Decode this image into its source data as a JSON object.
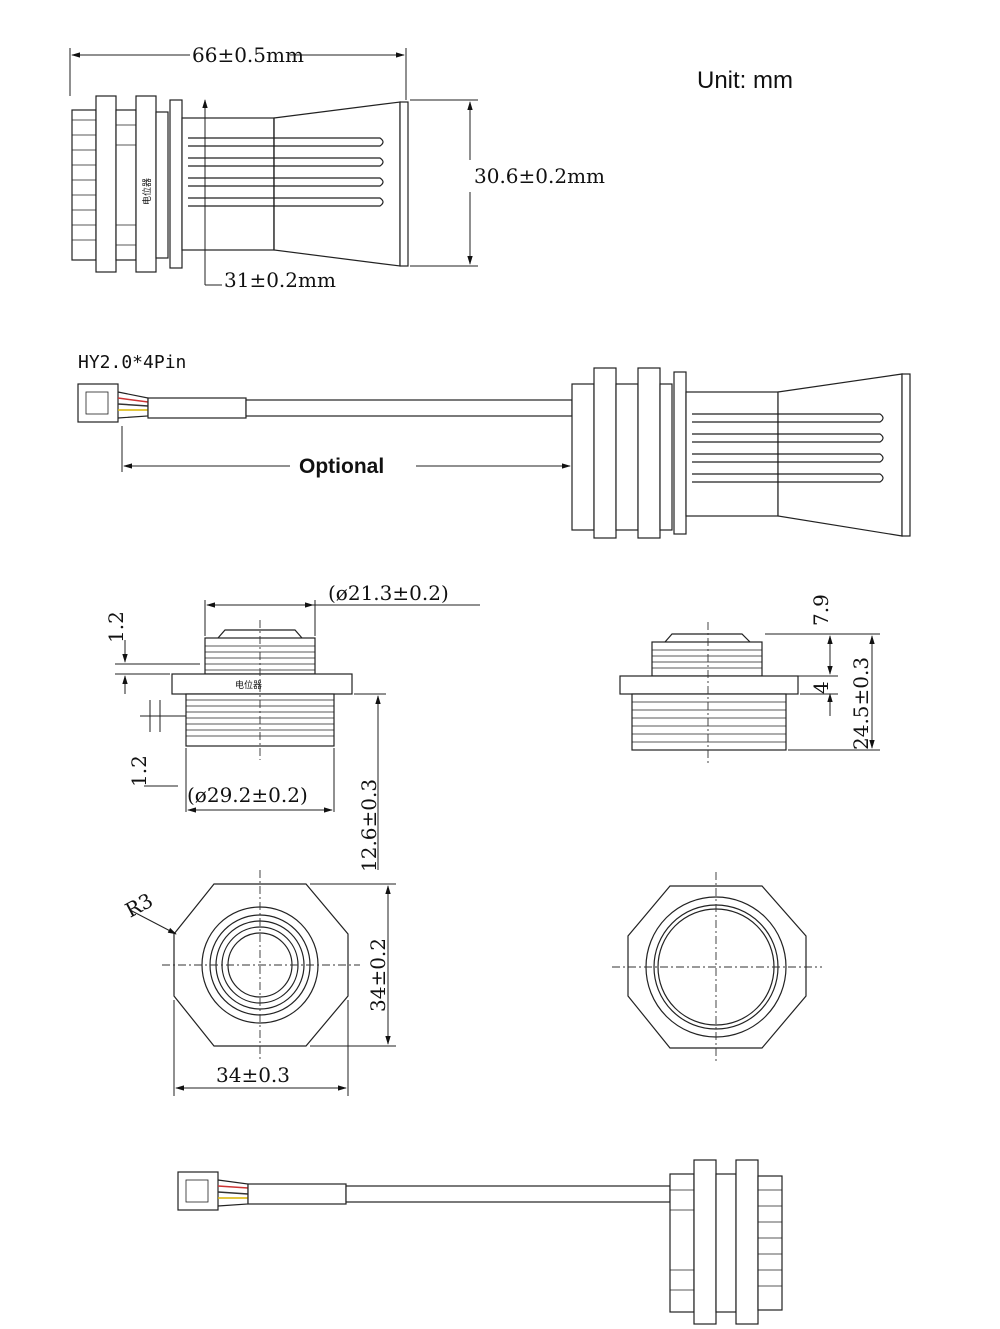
{
  "drawing": {
    "unit_note": "Unit: mm",
    "side_view": {
      "length": "66±0.5mm",
      "horn_diameter": "30.6±0.2mm",
      "body_diameter": "31±0.2mm",
      "nut_label": "电位器"
    },
    "cable_view": {
      "connector": "HY2.0*4Pin",
      "cable_length": "Optional"
    },
    "front_section": {
      "top_diameter": "(ø21.3±0.2)",
      "bottom_diameter": "(ø29.2±0.2)",
      "flange_thickness": "1.2",
      "step": "1.2",
      "thread_length": "12.6±0.3",
      "plate_label": "电位器"
    },
    "side_section": {
      "top_thread": "7.9",
      "flange": "4",
      "total_height": "24.5±0.3"
    },
    "bottom_view": {
      "corner_radius": "R3",
      "height": "34±0.2",
      "width": "34±0.3"
    }
  },
  "colors": {
    "line": "#222222",
    "background": "#ffffff"
  }
}
